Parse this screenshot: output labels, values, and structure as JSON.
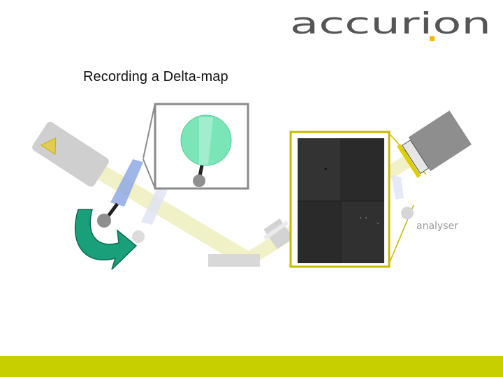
{
  "brand": {
    "name": "accurion",
    "accent_color": "#f2b800",
    "text_color": "#555555"
  },
  "slide": {
    "title": "Recording a Delta-map"
  },
  "diagram": {
    "components": [
      "laser-source",
      "polarizer",
      "compensator",
      "sample-stage",
      "objective-lens",
      "analyser",
      "camera",
      "detector-image"
    ],
    "labels": {
      "analyser": "analyser"
    },
    "colors": {
      "beam": "#eef0c0",
      "compensator": "#7ae6b8",
      "polarizer": "#7f9fe0",
      "camera_frame": "#c8b800",
      "rotation_arrow": "#19a07a"
    }
  },
  "footer": {
    "color": "#c8cf00"
  }
}
